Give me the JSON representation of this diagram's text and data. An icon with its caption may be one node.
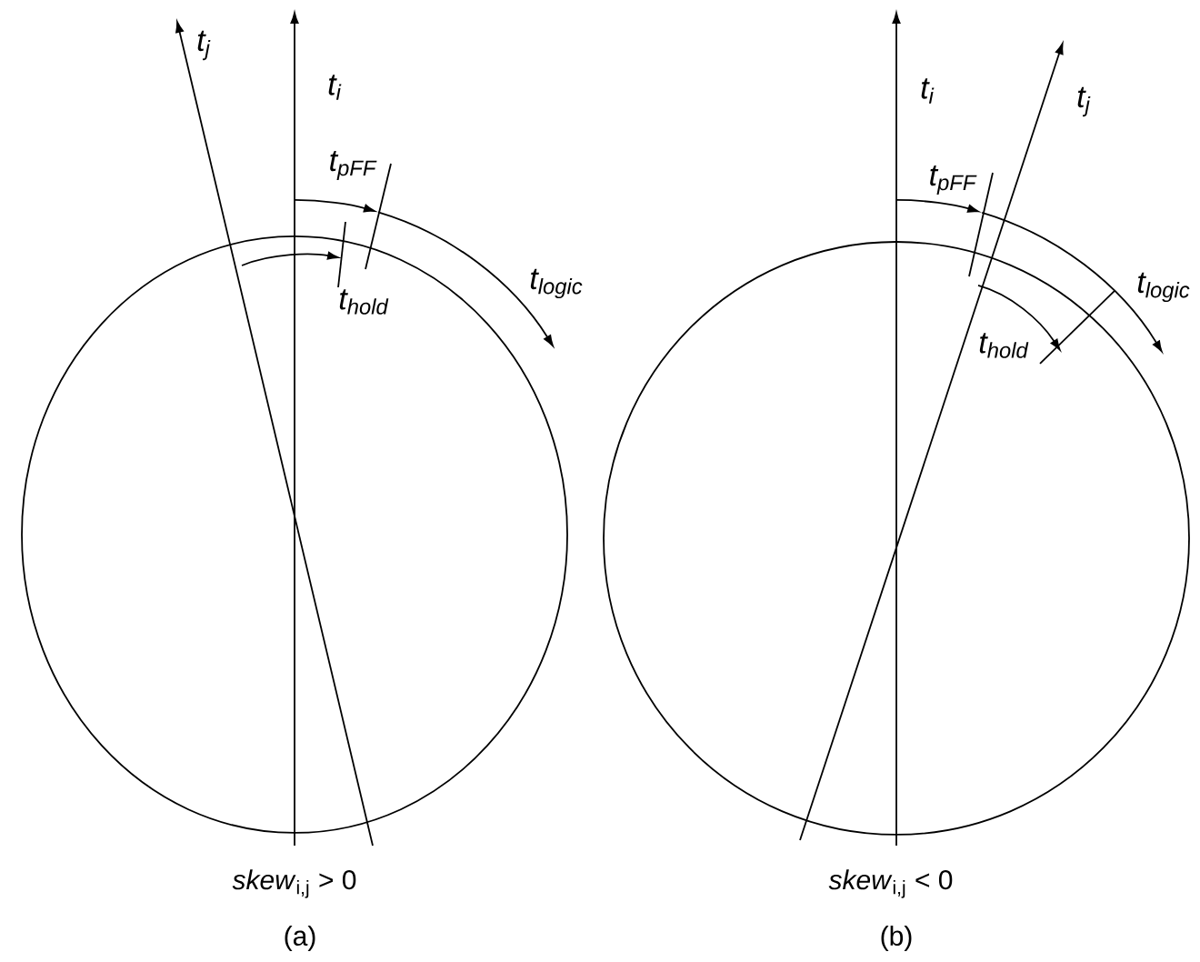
{
  "diagram": {
    "labels": [
      "t$_{j}$",
      "t$_{i}$",
      "t$_{pFF}$",
      "t$_{hold}$",
      "t$_{logic}$",
      "*skew*$_{i,j}$ > 0",
      "(a)",
      "t$_{i}$",
      "t$_{j}$",
      "t$_{pFF}$",
      "t$_{logic}$",
      "t$_{hold}$",
      "*skew*$_{i,j}$ < 0",
      "(b)"
    ]
  }
}
